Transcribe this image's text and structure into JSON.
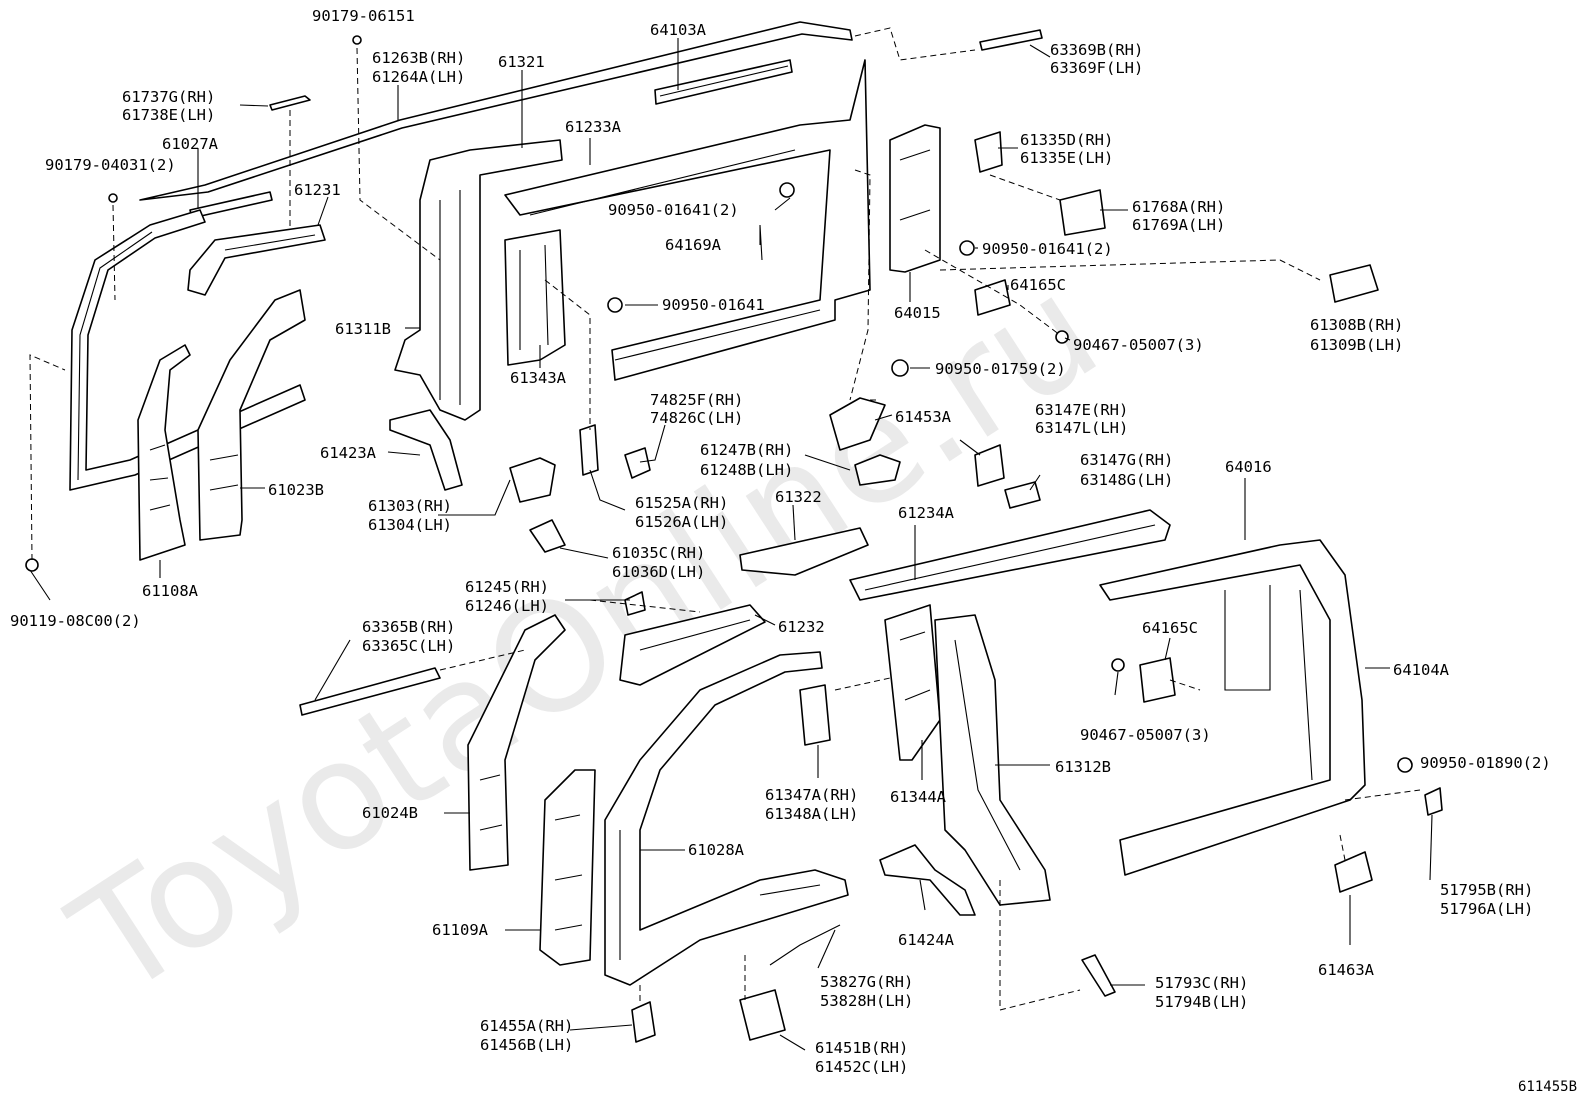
{
  "watermark": "ToyotaOnline.ru",
  "diagram_code": "611455B",
  "callouts": {
    "c01": "90179-06151",
    "c02a": "61263B(RH)",
    "c02b": "61264A(LH)",
    "c03": "61321",
    "c04": "64103A",
    "c05a": "63369B(RH)",
    "c05b": "63369F(LH)",
    "c06a": "61737G(RH)",
    "c06b": "61738E(LH)",
    "c07": "61027A",
    "c08": "90179-04031(2)",
    "c09": "61231",
    "c10": "61233A",
    "c11a": "61335D(RH)",
    "c11b": "61335E(LH)",
    "c12": "90950-01641(2)",
    "c13a": "61768A(RH)",
    "c13b": "61769A(LH)",
    "c14": "64169A",
    "c15": "90950-01641(2)",
    "c16": "64165C",
    "c17": "90950-01641",
    "c18": "64015",
    "c19a": "61308B(RH)",
    "c19b": "61309B(LH)",
    "c20": "61311B",
    "c21": "90467-05007(3)",
    "c22": "61343A",
    "c23": "90950-01759(2)",
    "c24a": "74825F(RH)",
    "c24b": "74826C(LH)",
    "c25": "61453A",
    "c26": "61423A",
    "c27a": "61247B(RH)",
    "c27b": "61248B(LH)",
    "c28a": "63147E(RH)",
    "c28b": "63147L(LH)",
    "c29a": "61303(RH)",
    "c29b": "61304(LH)",
    "c30a": "63147G(RH)",
    "c30b": "63148G(LH)",
    "c31": "64016",
    "c32": "61023B",
    "c33a": "61525A(RH)",
    "c33b": "61526A(LH)",
    "c34": "61322",
    "c35": "61234A",
    "c36": "61108A",
    "c37a": "61035C(RH)",
    "c37b": "61036D(LH)",
    "c38a": "61245(RH)",
    "c38b": "61246(LH)",
    "c39": "90119-08C00(2)",
    "c40a": "63365B(RH)",
    "c40b": "63365C(LH)",
    "c41": "61232",
    "c42": "64165C",
    "c43": "64104A",
    "c44": "90467-05007(3)",
    "c45": "90950-01890(2)",
    "c46a": "61347A(RH)",
    "c46b": "61348A(LH)",
    "c47": "61344A",
    "c48": "61312B",
    "c49": "61024B",
    "c50": "61028A",
    "c51a": "51795B(RH)",
    "c51b": "51796A(LH)",
    "c52": "61109A",
    "c53": "61424A",
    "c54": "61463A",
    "c55a": "53827G(RH)",
    "c55b": "53828H(LH)",
    "c56a": "51793C(RH)",
    "c56b": "51794B(LH)",
    "c57a": "61455A(RH)",
    "c57b": "61456B(LH)",
    "c58a": "61451B(RH)",
    "c58b": "61452C(LH)"
  }
}
